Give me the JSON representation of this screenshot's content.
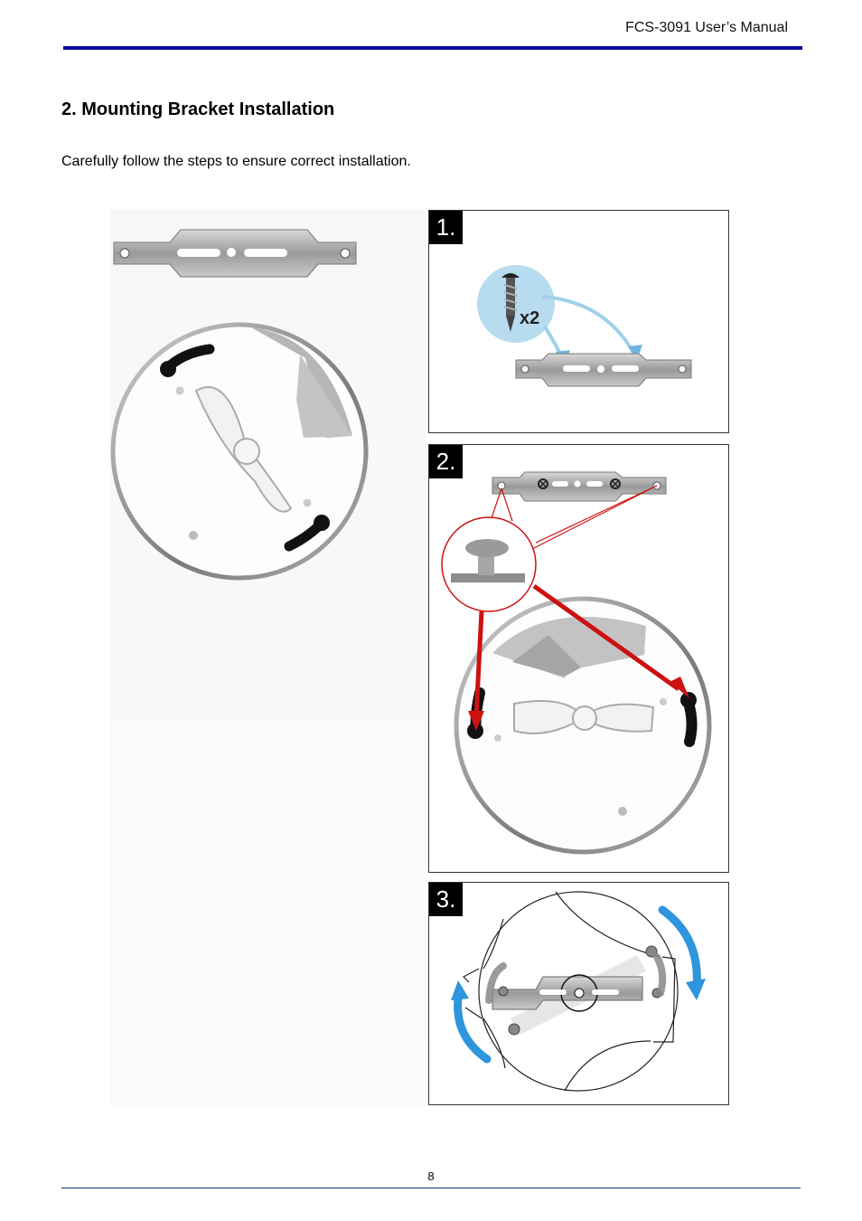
{
  "header": {
    "manual_title": "FCS-3091 User’s Manual"
  },
  "section": {
    "title": "2.  Mounting Bracket Installation"
  },
  "intro": {
    "text": "Carefully follow the steps to ensure correct installation."
  },
  "steps": [
    {
      "label": "1.",
      "screw_count": "x2"
    },
    {
      "label": "2."
    },
    {
      "label": "3."
    }
  ],
  "footer": {
    "page_number": "8"
  },
  "colors": {
    "header_rule": "#0a0aa0",
    "arrow_red": "#cc1111",
    "arrow_blue": "#2f95dc"
  }
}
